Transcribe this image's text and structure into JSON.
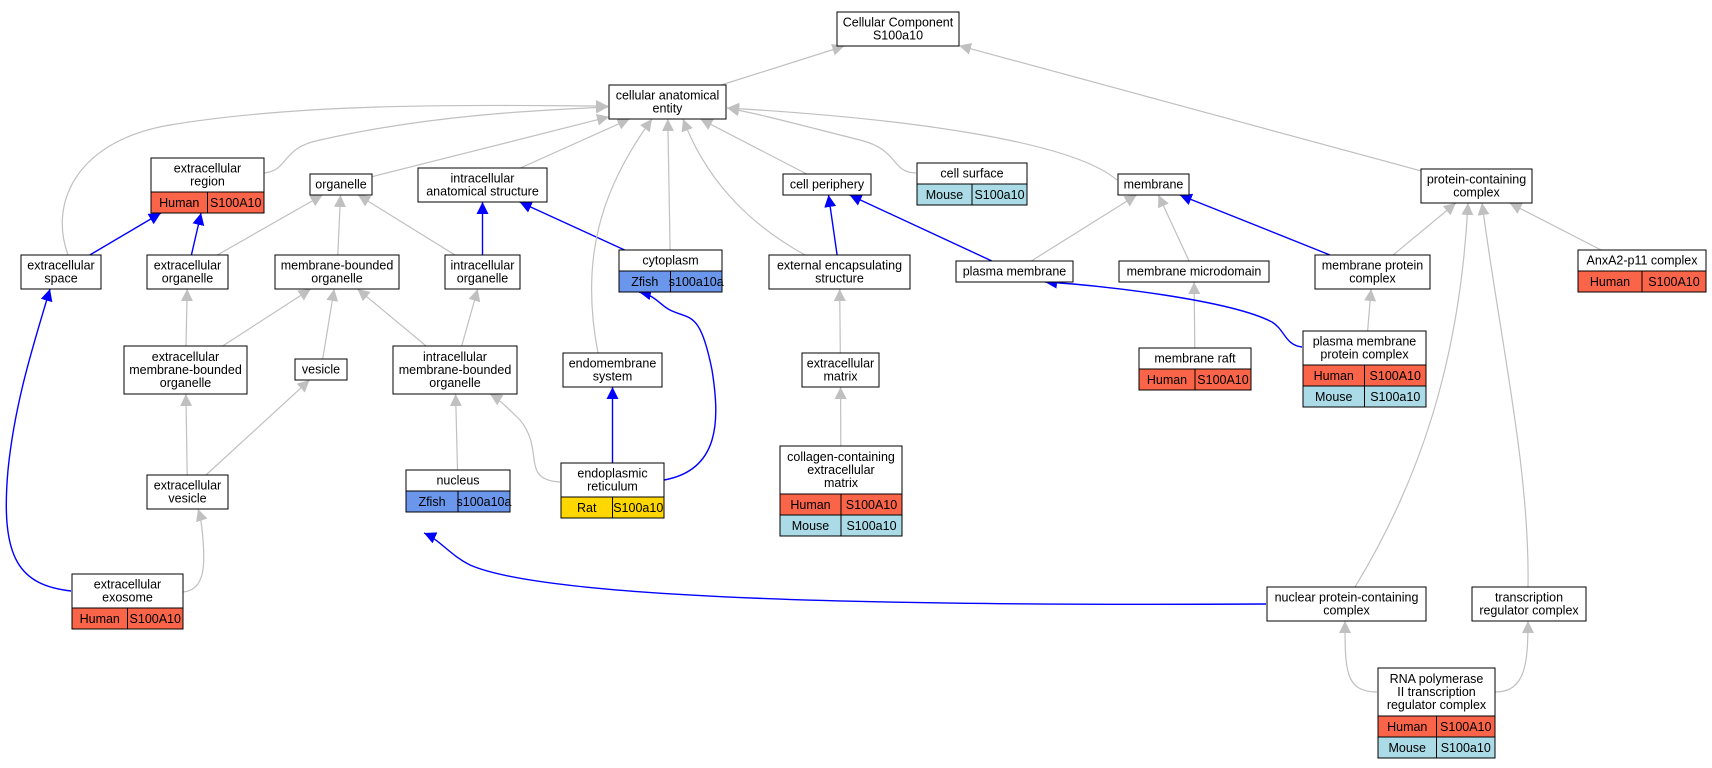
{
  "title": "Cellular Component S100a10",
  "colors": {
    "Human": "#fa6448",
    "Mouse": "#aadbe6",
    "Zfish": "#6a96eb",
    "Rat": "#ffd700",
    "edge_isa": "#c0c0c0",
    "edge_partof": "#0000ff"
  },
  "nodes": [
    {
      "id": "root",
      "label": [
        "Cellular Component",
        "S100a10"
      ],
      "annotations": []
    },
    {
      "id": "cae",
      "label": [
        "cellular anatomical",
        "entity"
      ],
      "annotations": []
    },
    {
      "id": "pcc",
      "label": [
        "protein-containing",
        "complex"
      ],
      "annotations": []
    },
    {
      "id": "ecr",
      "label": [
        "extracellular",
        "region"
      ],
      "annotations": [
        {
          "species": "Human",
          "gene": "S100A10"
        }
      ]
    },
    {
      "id": "org",
      "label": [
        "organelle"
      ],
      "annotations": []
    },
    {
      "id": "ias",
      "label": [
        "intracellular",
        "anatomical structure"
      ],
      "annotations": []
    },
    {
      "id": "cper",
      "label": [
        "cell periphery"
      ],
      "annotations": []
    },
    {
      "id": "csurf",
      "label": [
        "cell surface"
      ],
      "annotations": [
        {
          "species": "Mouse",
          "gene": "S100a10"
        }
      ]
    },
    {
      "id": "mem",
      "label": [
        "membrane"
      ],
      "annotations": []
    },
    {
      "id": "ecs",
      "label": [
        "extracellular",
        "space"
      ],
      "annotations": []
    },
    {
      "id": "eco",
      "label": [
        "extracellular",
        "organelle"
      ],
      "annotations": []
    },
    {
      "id": "mbo",
      "label": [
        "membrane-bounded",
        "organelle"
      ],
      "annotations": []
    },
    {
      "id": "io",
      "label": [
        "intracellular",
        "organelle"
      ],
      "annotations": []
    },
    {
      "id": "cyto",
      "label": [
        "cytoplasm"
      ],
      "annotations": [
        {
          "species": "Zfish",
          "gene": "s100a10a"
        }
      ]
    },
    {
      "id": "ees",
      "label": [
        "external encapsulating",
        "structure"
      ],
      "annotations": []
    },
    {
      "id": "pm",
      "label": [
        "plasma membrane"
      ],
      "annotations": []
    },
    {
      "id": "mmd",
      "label": [
        "membrane microdomain"
      ],
      "annotations": []
    },
    {
      "id": "mpc",
      "label": [
        "membrane protein",
        "complex"
      ],
      "annotations": []
    },
    {
      "id": "anx",
      "label": [
        "AnxA2-p11 complex"
      ],
      "annotations": [
        {
          "species": "Human",
          "gene": "S100A10"
        }
      ]
    },
    {
      "id": "embo",
      "label": [
        "extracellular",
        "membrane-bounded",
        "organelle"
      ],
      "annotations": []
    },
    {
      "id": "ves",
      "label": [
        "vesicle"
      ],
      "annotations": []
    },
    {
      "id": "imbo",
      "label": [
        "intracellular",
        "membrane-bounded",
        "organelle"
      ],
      "annotations": []
    },
    {
      "id": "ems",
      "label": [
        "endomembrane",
        "system"
      ],
      "annotations": []
    },
    {
      "id": "ecm",
      "label": [
        "extracellular",
        "matrix"
      ],
      "annotations": []
    },
    {
      "id": "mraft",
      "label": [
        "membrane raft"
      ],
      "annotations": [
        {
          "species": "Human",
          "gene": "S100A10"
        }
      ]
    },
    {
      "id": "pmpc",
      "label": [
        "plasma membrane",
        "protein complex"
      ],
      "annotations": [
        {
          "species": "Human",
          "gene": "S100A10"
        },
        {
          "species": "Mouse",
          "gene": "S100a10"
        }
      ]
    },
    {
      "id": "ecv",
      "label": [
        "extracellular",
        "vesicle"
      ],
      "annotations": []
    },
    {
      "id": "nuc",
      "label": [
        "nucleus"
      ],
      "annotations": [
        {
          "species": "Zfish",
          "gene": "s100a10a"
        }
      ]
    },
    {
      "id": "er",
      "label": [
        "endoplasmic",
        "reticulum"
      ],
      "annotations": [
        {
          "species": "Rat",
          "gene": "S100a10"
        }
      ]
    },
    {
      "id": "ccecm",
      "label": [
        "collagen-containing",
        "extracellular",
        "matrix"
      ],
      "annotations": [
        {
          "species": "Human",
          "gene": "S100A10"
        },
        {
          "species": "Mouse",
          "gene": "S100a10"
        }
      ]
    },
    {
      "id": "exo",
      "label": [
        "extracellular",
        "exosome"
      ],
      "annotations": [
        {
          "species": "Human",
          "gene": "S100A10"
        }
      ]
    },
    {
      "id": "npcc",
      "label": [
        "nuclear protein-containing",
        "complex"
      ],
      "annotations": []
    },
    {
      "id": "trc",
      "label": [
        "transcription",
        "regulator complex"
      ],
      "annotations": []
    },
    {
      "id": "rnap",
      "label": [
        "RNA polymerase",
        "II transcription",
        "regulator complex"
      ],
      "annotations": [
        {
          "species": "Human",
          "gene": "S100A10"
        },
        {
          "species": "Mouse",
          "gene": "S100a10"
        }
      ]
    }
  ],
  "edges": [
    {
      "from": "cae",
      "to": "root",
      "relation": "is_a"
    },
    {
      "from": "pcc",
      "to": "root",
      "relation": "is_a"
    },
    {
      "from": "ecr",
      "to": "cae",
      "relation": "is_a"
    },
    {
      "from": "org",
      "to": "cae",
      "relation": "is_a"
    },
    {
      "from": "ias",
      "to": "cae",
      "relation": "is_a"
    },
    {
      "from": "cper",
      "to": "cae",
      "relation": "is_a"
    },
    {
      "from": "csurf",
      "to": "cae",
      "relation": "is_a"
    },
    {
      "from": "mem",
      "to": "cae",
      "relation": "is_a"
    },
    {
      "from": "ecs",
      "to": "cae",
      "relation": "is_a"
    },
    {
      "from": "ecs",
      "to": "ecr",
      "relation": "part_of"
    },
    {
      "from": "eco",
      "to": "ecr",
      "relation": "part_of"
    },
    {
      "from": "eco",
      "to": "org",
      "relation": "is_a"
    },
    {
      "from": "mbo",
      "to": "org",
      "relation": "is_a"
    },
    {
      "from": "io",
      "to": "org",
      "relation": "is_a"
    },
    {
      "from": "io",
      "to": "ias",
      "relation": "part_of"
    },
    {
      "from": "cyto",
      "to": "cae",
      "relation": "is_a"
    },
    {
      "from": "cyto",
      "to": "ias",
      "relation": "part_of"
    },
    {
      "from": "ees",
      "to": "cae",
      "relation": "is_a"
    },
    {
      "from": "ees",
      "to": "cper",
      "relation": "part_of"
    },
    {
      "from": "ems",
      "to": "cae",
      "relation": "is_a"
    },
    {
      "from": "pm",
      "to": "mem",
      "relation": "is_a"
    },
    {
      "from": "pm",
      "to": "cper",
      "relation": "part_of"
    },
    {
      "from": "mmd",
      "to": "mem",
      "relation": "is_a"
    },
    {
      "from": "mpc",
      "to": "pcc",
      "relation": "is_a"
    },
    {
      "from": "mpc",
      "to": "mem",
      "relation": "part_of"
    },
    {
      "from": "anx",
      "to": "pcc",
      "relation": "is_a"
    },
    {
      "from": "embo",
      "to": "eco",
      "relation": "is_a"
    },
    {
      "from": "embo",
      "to": "mbo",
      "relation": "is_a"
    },
    {
      "from": "ves",
      "to": "mbo",
      "relation": "is_a"
    },
    {
      "from": "imbo",
      "to": "mbo",
      "relation": "is_a"
    },
    {
      "from": "imbo",
      "to": "io",
      "relation": "is_a"
    },
    {
      "from": "ecm",
      "to": "ees",
      "relation": "is_a"
    },
    {
      "from": "mraft",
      "to": "mmd",
      "relation": "is_a"
    },
    {
      "from": "pmpc",
      "to": "mpc",
      "relation": "is_a"
    },
    {
      "from": "pmpc",
      "to": "pm",
      "relation": "part_of"
    },
    {
      "from": "ecv",
      "to": "embo",
      "relation": "is_a"
    },
    {
      "from": "ecv",
      "to": "ves",
      "relation": "is_a"
    },
    {
      "from": "nuc",
      "to": "imbo",
      "relation": "is_a"
    },
    {
      "from": "er",
      "to": "imbo",
      "relation": "is_a"
    },
    {
      "from": "er",
      "to": "ems",
      "relation": "part_of"
    },
    {
      "from": "er",
      "to": "cyto",
      "relation": "part_of"
    },
    {
      "from": "ccecm",
      "to": "ecm",
      "relation": "is_a"
    },
    {
      "from": "exo",
      "to": "ecv",
      "relation": "is_a"
    },
    {
      "from": "exo",
      "to": "ecs",
      "relation": "part_of"
    },
    {
      "from": "npcc",
      "to": "pcc",
      "relation": "is_a"
    },
    {
      "from": "npcc",
      "to": "nuc",
      "relation": "part_of"
    },
    {
      "from": "trc",
      "to": "pcc",
      "relation": "is_a"
    },
    {
      "from": "rnap",
      "to": "npcc",
      "relation": "is_a"
    },
    {
      "from": "rnap",
      "to": "trc",
      "relation": "is_a"
    }
  ]
}
